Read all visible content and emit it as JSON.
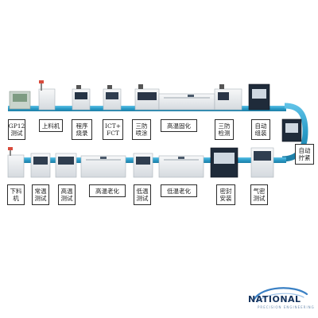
{
  "flow": {
    "top_row": [
      {
        "id": "gp12",
        "label": "GP12\n测试"
      },
      {
        "id": "loader",
        "label": "上料机"
      },
      {
        "id": "program",
        "label": "程序\n烧录"
      },
      {
        "id": "ict",
        "label": "ICT+\nFCT"
      },
      {
        "id": "coat",
        "label": "三防\n喷涂"
      },
      {
        "id": "cure",
        "label": "高温固化"
      },
      {
        "id": "inspect",
        "label": "三防\n检测"
      },
      {
        "id": "assembly",
        "label": "自动\n组装"
      }
    ],
    "turn": {
      "id": "screw",
      "label": "自动\n拧紧"
    },
    "bottom_row": [
      {
        "id": "unloader",
        "label": "下料\n机"
      },
      {
        "id": "normal",
        "label": "常温\n测试"
      },
      {
        "id": "hightest",
        "label": "高温\n测试"
      },
      {
        "id": "hiage",
        "label": "高温老化"
      },
      {
        "id": "lowtest",
        "label": "低温\n测试"
      },
      {
        "id": "loage",
        "label": "低温老化"
      },
      {
        "id": "seal",
        "label": "密封\n安装"
      },
      {
        "id": "airtight",
        "label": "气密\n测试"
      }
    ]
  },
  "colors": {
    "conveyor": "#2a9cc8",
    "conveyor_dark": "#1d7ea6",
    "machine": "#e9ecef",
    "machine_edge": "#b9c0c6",
    "dark_unit": "#1f2b3a"
  },
  "logo": {
    "name": "NATIONAL",
    "tagline": "PRECISION ENGINEERING"
  }
}
